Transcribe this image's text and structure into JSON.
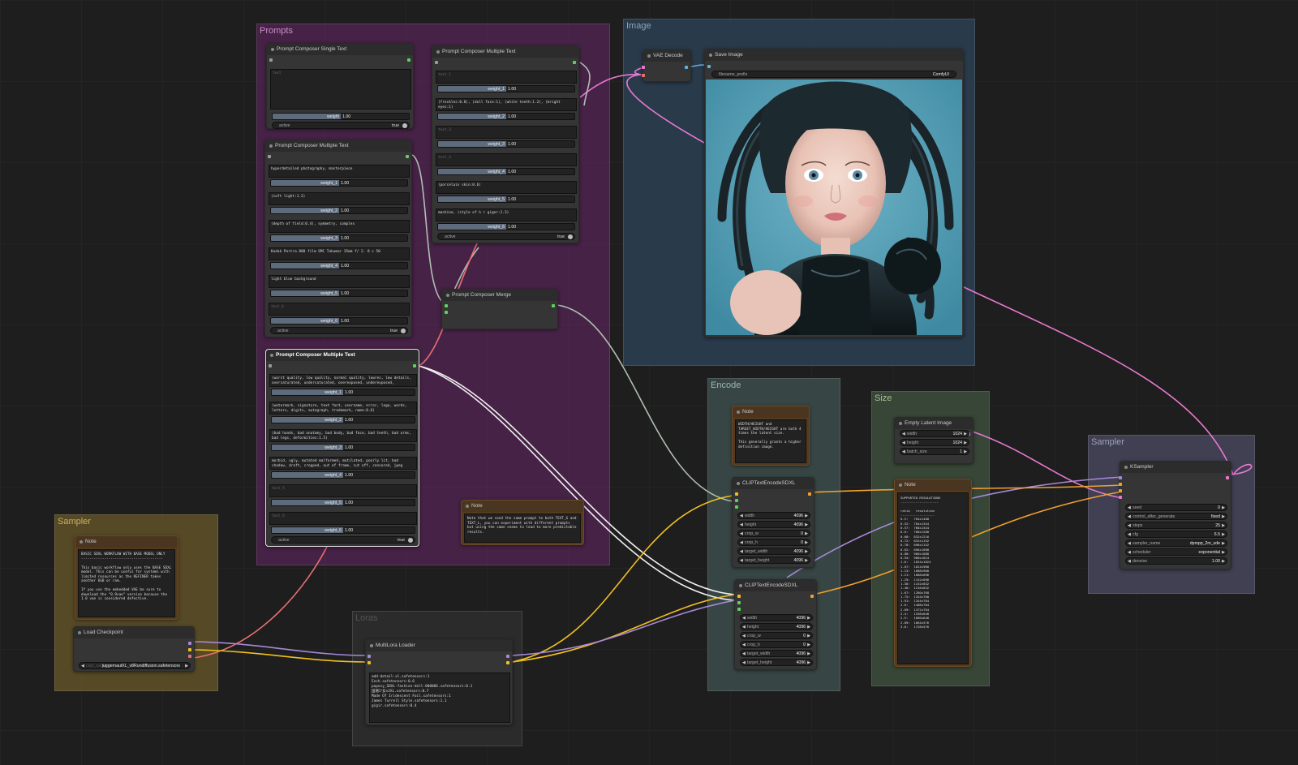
{
  "groups": {
    "prompts": "Prompts",
    "image": "Image",
    "encode": "Encode",
    "size": "Size",
    "sampler_left": "Sampler",
    "sampler_right": "Sampler",
    "loras": "Loras"
  },
  "single_text": {
    "title": "Prompt Composer Single Text",
    "placeholder": "text",
    "weight_label": "weight",
    "weight": "1.00",
    "active_label": "active",
    "active": "true"
  },
  "multi_text_a": {
    "title": "Prompt Composer Multiple Text",
    "texts": [
      "text_1",
      "(freckles:0.8), (doll face:1), (white teeth:1.2), (bright eyes:1)",
      "text_3",
      "text_4",
      "(porcelain skin:0.6)",
      "machine, (style of h r giger:1.3)"
    ],
    "weights": [
      "weight_1",
      "weight_2",
      "weight_3",
      "weight_4",
      "weight_5",
      "weight_6"
    ],
    "values": [
      "1.00",
      "1.00",
      "1.00",
      "1.00",
      "1.00",
      "1.00"
    ],
    "active_label": "active",
    "active": "true"
  },
  "multi_text_b": {
    "title": "Prompt Composer Multiple Text",
    "texts": [
      "hyperdetailed photography, masterpiece",
      "(soft light:1.2)",
      "(depth of field:0.4), symmetry, complex",
      "Kodak Portra 800 film SMC Takumar 35mm f/ 2. 8 c 50",
      "light blue background",
      "text_6"
    ],
    "weights": [
      "weight_1",
      "weight_2",
      "weight_3",
      "weight_4",
      "weight_5",
      "weight_6"
    ],
    "values": [
      "1.00",
      "1.00",
      "1.00",
      "1.00",
      "1.00",
      "1.00"
    ],
    "active_label": "active",
    "active": "true"
  },
  "multi_text_c": {
    "title": "Prompt Composer Multiple Text",
    "texts": [
      "(worst quality, low quality, normal quality, lowres, low details, oversaturated, undersaturated, overexposed, underexposed,",
      "(watermark, signature, text font, username, error, logo, words, letters, digits, autograph, trademark, name:0.6)",
      "(bad hands, bad anatomy, bad body, bad face, bad teeth, bad arms, bad legs, deformities:1.5)",
      "morbid, ugly, mutated malformed, mutilated, poorly lit, bad shadow, draft, cropped, out of frame, cut off, censored, jpeg",
      "text_5",
      "text_6"
    ],
    "weights": [
      "weight_1",
      "weight_2",
      "weight_3",
      "weight_4",
      "weight_5",
      "weight_6"
    ],
    "values": [
      "1.00",
      "1.00",
      "1.00",
      "1.00",
      "1.00",
      "1.00"
    ],
    "active_label": "active",
    "active": "true"
  },
  "merge": {
    "title": "Prompt Composer Merge"
  },
  "note_prompts": {
    "title": "Note",
    "text": "Note that we send the same prompt to both TEXT_G and TEXT_L, you can experiment with different prompts but using the same seems to lead to more predictable results."
  },
  "vae_decode": {
    "title": "VAE Decode"
  },
  "save_image": {
    "title": "Save Image",
    "prefix_label": "filename_prefix",
    "prefix_value": "ComfyUI"
  },
  "note_encode": {
    "title": "Note",
    "text": "WIDTH/HEIGHT and TARGET_WIDTH/HEIGHT are both 4 times the latent size.\n\nThis generally grants a higher definition image."
  },
  "clip_1": {
    "title": "CLIPTextEncodeSDXL",
    "fields": [
      {
        "label": "width",
        "value": "4096"
      },
      {
        "label": "height",
        "value": "4096"
      },
      {
        "label": "crop_w",
        "value": "0"
      },
      {
        "label": "crop_h",
        "value": "0"
      },
      {
        "label": "target_width",
        "value": "4096"
      },
      {
        "label": "target_height",
        "value": "4096"
      }
    ]
  },
  "clip_2": {
    "title": "CLIPTextEncodeSDXL",
    "fields": [
      {
        "label": "width",
        "value": "4096"
      },
      {
        "label": "height",
        "value": "4096"
      },
      {
        "label": "crop_w",
        "value": "0"
      },
      {
        "label": "crop_h",
        "value": "0"
      },
      {
        "label": "target_width",
        "value": "4096"
      },
      {
        "label": "target_height",
        "value": "4096"
      }
    ]
  },
  "empty_latent": {
    "title": "Empty Latent Image",
    "fields": [
      {
        "label": "width",
        "value": "1024"
      },
      {
        "label": "height",
        "value": "1024"
      },
      {
        "label": "batch_size",
        "value": "1"
      }
    ]
  },
  "note_size": {
    "title": "Note",
    "text": "SUPPORTED RESOLUTIONS\n--------------------\n\nratio   resolution\n------------------\n0.5:   704x1408\n0.52:  704x1344\n0.57:  768x1344\n0.6:   768x1280\n0.68:  832x1216\n0.72:  832x1152\n0.78:  896x1152\n0.82:  896x1088\n0.88:  960x1088\n0.94:  960x1024\n1.0:   1024x1024\n1.07:  1024x960\n1.13:  1088x960\n1.21:  1088x896\n1.29:  1152x896\n1.38:  1152x832\n1.46:  1216x832\n1.67:  1280x768\n1.75:  1344x768\n1.91:  1344x704\n2.0:   1408x704\n2.09:  1472x704\n2.4:   1536x640\n2.5:   1600x640\n2.89:  1664x576\n3.0:   1728x576"
  },
  "ksampler": {
    "title": "KSampler",
    "fields": [
      {
        "label": "seed",
        "value": "0"
      },
      {
        "label": "control_after_generate",
        "value": "fixed"
      },
      {
        "label": "steps",
        "value": "25"
      },
      {
        "label": "cfg",
        "value": "6.5"
      },
      {
        "label": "sampler_name",
        "value": "dpmpp_2m_sde"
      },
      {
        "label": "scheduler",
        "value": "exponential"
      },
      {
        "label": "denoise",
        "value": "1.00"
      }
    ]
  },
  "note_sampler": {
    "title": "Note",
    "text": "BASIC SDXL WORKFLOW WITH BASE MODEL ONLY\n---------------------------------------\n\nThis basic workflow only uses the BASE SDXL model. This can be useful for systems with limited resources as the REFINER takes another 6GB or ram.\n\nIf you use the embedded VAE be sure to download the \"0.9vae\" version because the 1.0 vae is considered defective."
  },
  "load_checkpoint": {
    "title": "Load Checkpoint",
    "label": "ckpt_name",
    "value": "juggernautXL_v8Rundiffusion.safetensors"
  },
  "multilora": {
    "title": "MultiLora Loader",
    "text": "add-detail-xl.safetensors:1\nEnch.safetensors:0.6\npopovy_SDXL-fashion-doll-000006.safetensors:0.1\n国潮少女v2XL.safetensors:0.7\nMade Of Iridescent Foil.safetensors:1\nJames Turrell Style.safetensors:1.1\ngigir.safetensors:0.4"
  },
  "colors": {
    "prompts_group": "#5a2a5a",
    "image_group": "#2c4052",
    "encode_group": "#3a4a48",
    "size_group": "#3a4a38",
    "sampler_group_left": "#6a5a2a",
    "sampler_group_right": "#444458",
    "loras_group": "#2c2c2c",
    "wire_pink": "#e878d0",
    "wire_yellow": "#f0c020",
    "wire_purple": "#a888d8",
    "wire_orange": "#f0a030",
    "wire_salmon": "#e87070",
    "wire_gray": "#b0c0b0",
    "wire_white": "#f0f0f0",
    "wire_blue": "#60b0e0"
  }
}
